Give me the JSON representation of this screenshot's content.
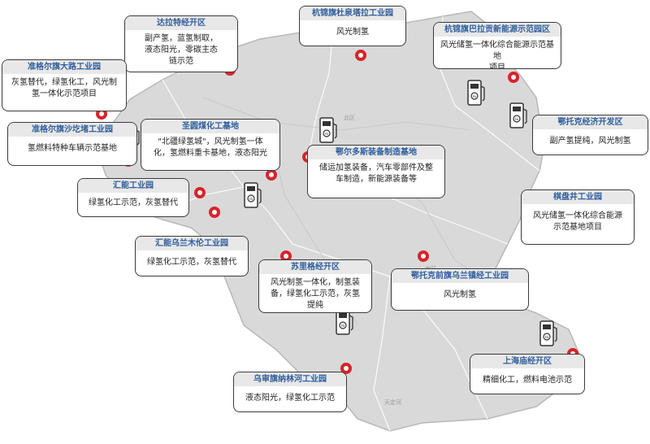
{
  "regions": [
    "北区",
    "南区",
    "天定河"
  ],
  "pump_icon": "hydrogen-pump-icon",
  "pin_color": "#d8232a",
  "title_color": "#2f5f9e",
  "parks": [
    {
      "title": "达拉特经开区",
      "desc": "副产氢，蓝氢制取，\n液态阳光，零碳主态\n链示范"
    },
    {
      "title": "杭锦旗杜泉塔拉工业园",
      "desc": "风光制氢"
    },
    {
      "title": "杭锦旗巴拉贡新能源示范园区",
      "desc": "风光储氢一体化综合能源示范基地\n项目"
    },
    {
      "title": "准格尔旗大路工业园",
      "desc": "灰氢替代，绿氢化工，风光制\n氢一体化示范项目"
    },
    {
      "title": "准格尔旗沙圪堵工业园",
      "desc": "氢燃料特种车辆示范基地"
    },
    {
      "title": "圣圆煤化工基地",
      "desc": "\"北疆绿氢城\"，风光制氢一体\n化，氢燃料重卡基地，液态阳光"
    },
    {
      "title": "鄂尔多斯装备制造基地",
      "desc": "储运加氢装备，汽车零部件及整\n车制造，新能源装备等"
    },
    {
      "title": "鄂托克经济开发区",
      "desc": "副产氢提纯，风光制氢"
    },
    {
      "title": "汇能工业园",
      "desc": "绿氢化工示范，灰氢替代"
    },
    {
      "title": "棋盘井工业园",
      "desc": "风光储氢一体化综合能源\n示范基地项目"
    },
    {
      "title": "汇能乌兰木伦工业园",
      "desc": "绿氢化工示范，灰氢替代"
    },
    {
      "title": "苏里格经开区",
      "desc": "风光制氢一体化，制氢装\n备，绿氢化工示范，灰氢\n提纯"
    },
    {
      "title": "鄂托克前旗乌兰镇经工业园",
      "desc": "风光制氢"
    },
    {
      "title": "上海庙经开区",
      "desc": "精细化工，燃料电池示范"
    },
    {
      "title": "乌审旗纳林河工业园",
      "desc": "液态阳光，绿氢化工示范"
    }
  ]
}
